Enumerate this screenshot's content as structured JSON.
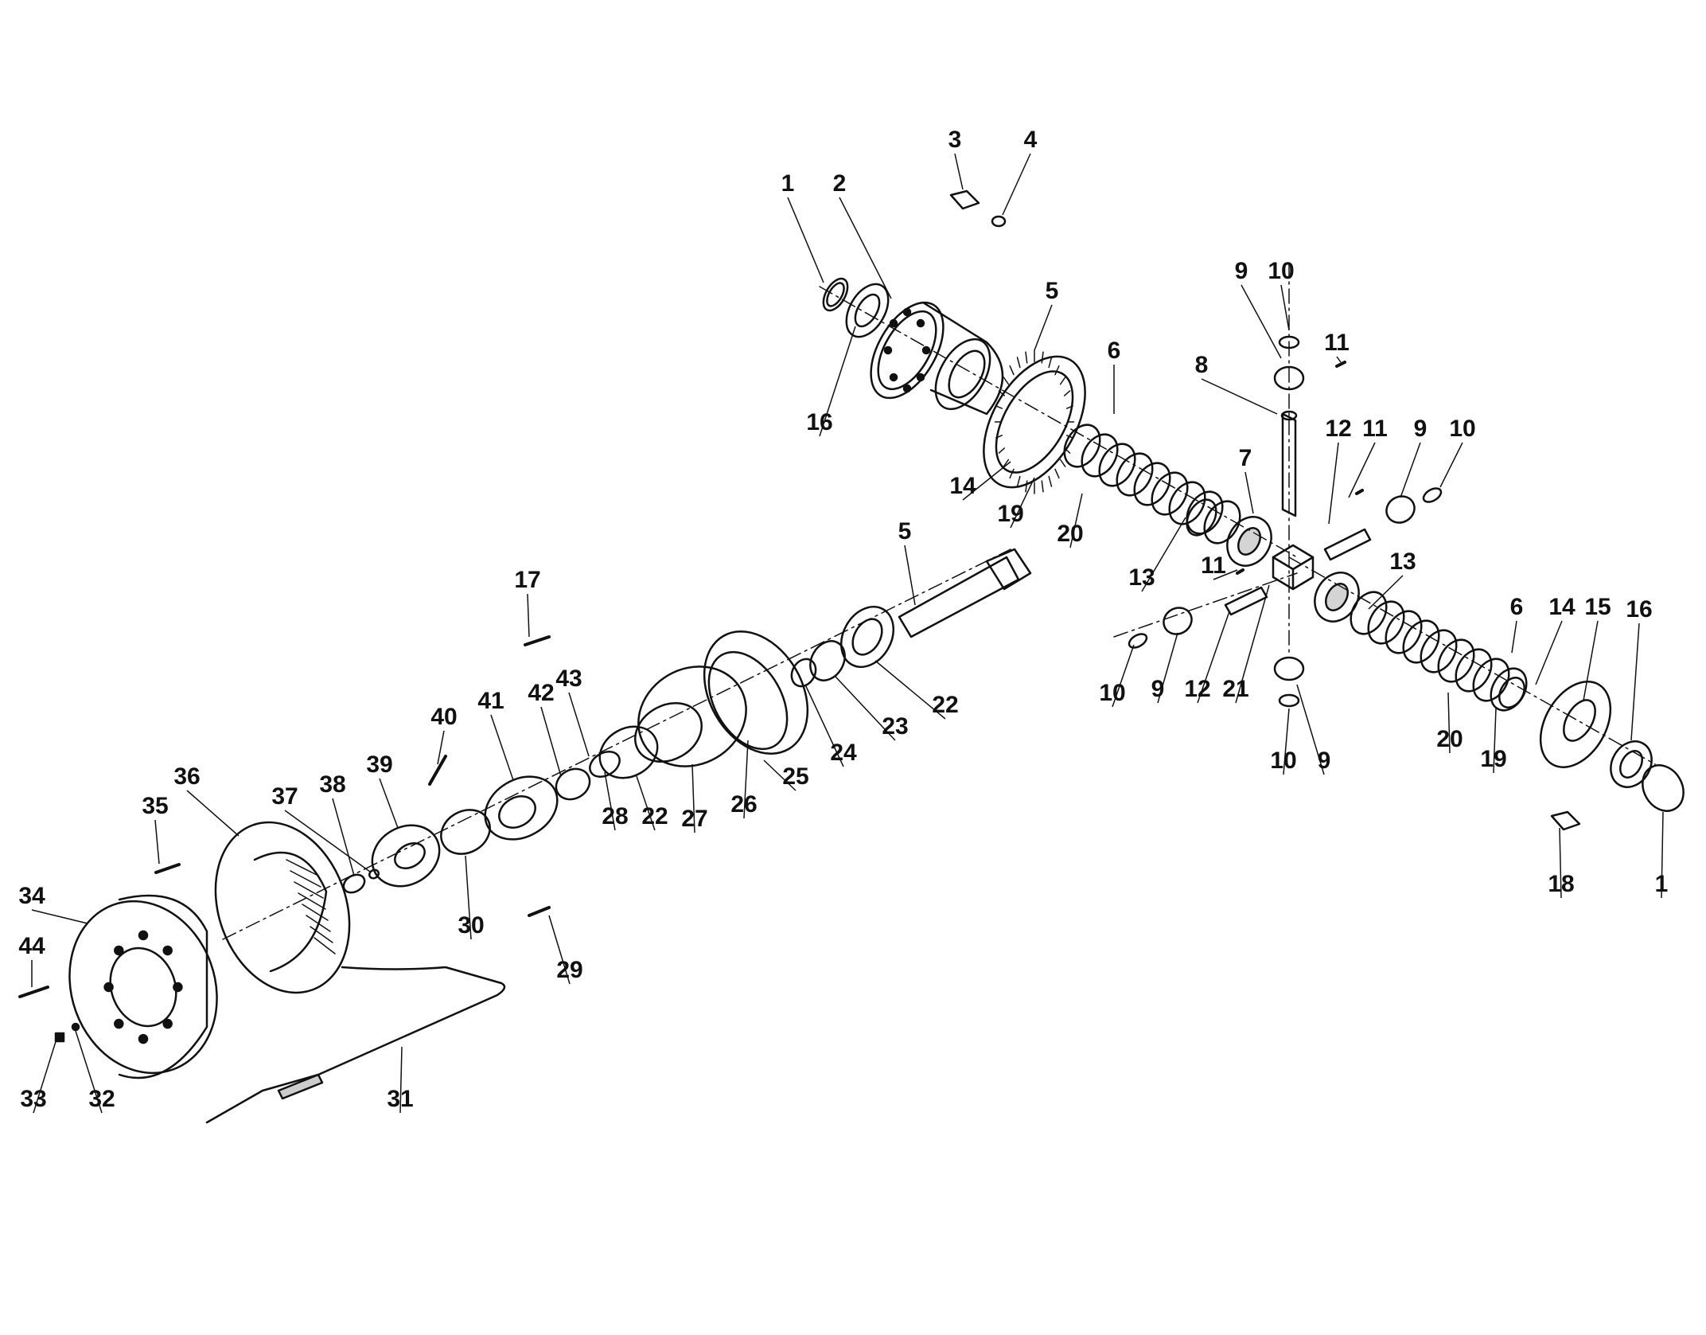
{
  "colors": {
    "ink": "#111111",
    "paper": "#ffffff",
    "shade": "#555555"
  },
  "callouts": [
    "1",
    "2",
    "3",
    "4",
    "5",
    "6",
    "7",
    "8",
    "9",
    "10",
    "11",
    "12",
    "13",
    "14",
    "15",
    "16",
    "17",
    "18",
    "19",
    "20",
    "21",
    "22",
    "23",
    "24",
    "25",
    "26",
    "27",
    "28",
    "29",
    "30",
    "31",
    "32",
    "33",
    "34",
    "35",
    "36",
    "37",
    "38",
    "39",
    "40",
    "41",
    "42",
    "43",
    "44"
  ],
  "labels": [
    {
      "t": "1"
    },
    {
      "t": "2"
    },
    {
      "t": "3"
    },
    {
      "t": "4"
    },
    {
      "t": "16"
    },
    {
      "t": "5"
    },
    {
      "t": "6"
    },
    {
      "t": "14"
    },
    {
      "t": "19"
    },
    {
      "t": "20"
    },
    {
      "t": "13"
    },
    {
      "t": "7"
    },
    {
      "t": "9"
    },
    {
      "t": "10"
    },
    {
      "t": "11"
    },
    {
      "t": "8"
    },
    {
      "t": "12"
    },
    {
      "t": "11"
    },
    {
      "t": "9"
    },
    {
      "t": "10"
    },
    {
      "t": "11"
    },
    {
      "t": "12"
    },
    {
      "t": "21"
    },
    {
      "t": "10"
    },
    {
      "t": "9"
    },
    {
      "t": "13"
    },
    {
      "t": "6"
    },
    {
      "t": "14"
    },
    {
      "t": "15"
    },
    {
      "t": "16"
    },
    {
      "t": "20"
    },
    {
      "t": "19"
    },
    {
      "t": "10"
    },
    {
      "t": "9"
    },
    {
      "t": "18"
    },
    {
      "t": "1"
    },
    {
      "t": "5"
    },
    {
      "t": "22"
    },
    {
      "t": "23"
    },
    {
      "t": "24"
    },
    {
      "t": "25"
    },
    {
      "t": "26"
    },
    {
      "t": "27"
    },
    {
      "t": "22"
    },
    {
      "t": "28"
    },
    {
      "t": "43"
    },
    {
      "t": "42"
    },
    {
      "t": "41"
    },
    {
      "t": "17"
    },
    {
      "t": "40"
    },
    {
      "t": "39"
    },
    {
      "t": "38"
    },
    {
      "t": "37"
    },
    {
      "t": "36"
    },
    {
      "t": "35"
    },
    {
      "t": "34"
    },
    {
      "t": "44"
    },
    {
      "t": "33"
    },
    {
      "t": "32"
    },
    {
      "t": "31"
    },
    {
      "t": "30"
    },
    {
      "t": "29"
    }
  ]
}
